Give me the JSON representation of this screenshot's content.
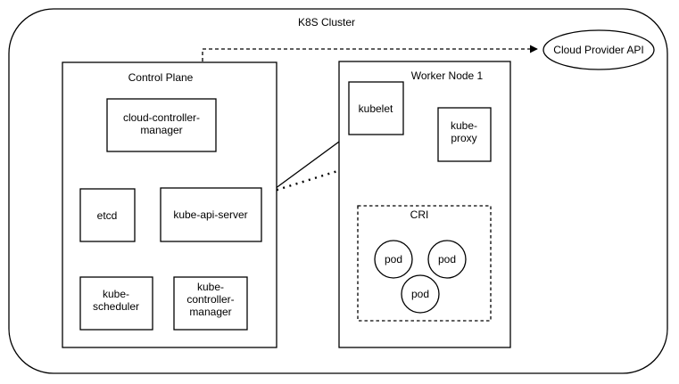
{
  "colors": {
    "stroke": "#000000",
    "background": "#ffffff"
  },
  "cluster": {
    "label": "K8S Cluster"
  },
  "cloud_provider_api": {
    "label": "Cloud Provider API"
  },
  "control_plane": {
    "label": "Control Plane",
    "cloud_controller_manager": {
      "lines": [
        "cloud-controller-",
        "manager"
      ]
    },
    "etcd": {
      "label": "etcd"
    },
    "kube_api_server": {
      "label": "kube-api-server"
    },
    "kube_scheduler": {
      "lines": [
        "kube-",
        "scheduler"
      ]
    },
    "kube_controller_manager": {
      "lines": [
        "kube-",
        "controller-",
        "manager"
      ]
    }
  },
  "worker_node": {
    "label": "Worker Node 1",
    "kubelet": {
      "label": "kubelet"
    },
    "kube_proxy": {
      "lines": [
        "kube-",
        "proxy"
      ]
    },
    "cri": {
      "label": "CRI"
    },
    "pods": [
      "pod",
      "pod",
      "pod"
    ]
  }
}
